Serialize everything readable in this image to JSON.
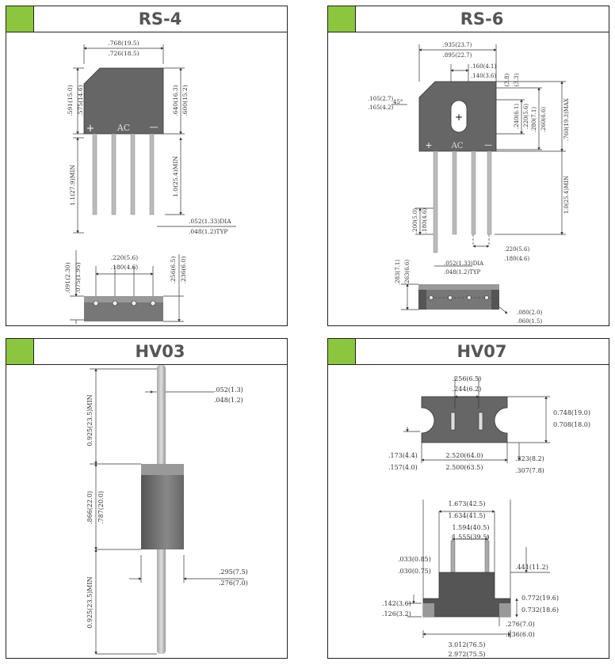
{
  "panels": [
    {
      "title": "RS-4"
    },
    {
      "title": "RS-6"
    },
    {
      "title": "HV03"
    },
    {
      "title": "HV07"
    }
  ],
  "rs4": {
    "w_top": ".768(19.5)",
    "w_bot": ".726(18.5)",
    "h_left_a": ".591(15.0)",
    "h_left_b": ".575(14.6)",
    "h_right_a": ".640(16.3)",
    "h_right_b": ".600(15.2)",
    "lead_min_left": "1.1(27.9)MIN",
    "lead_min_right": "1.0(25.4)MIN",
    "lead_dia_a": ".052(1.33)DIA",
    "lead_dia_b": ".048(1.2)TYP",
    "bv_left_a": ".091(2.30)",
    "bv_left_b": ".075(1.95)",
    "pitch_a": ".220(5.6)",
    "pitch_b": ".180(4.6)",
    "bv_right_a": ".256(6.5)",
    "bv_right_b": ".236(6.0)",
    "ac": "AC",
    "plus": "+",
    "minus": "—"
  },
  "rs6": {
    "w_top": ".935(23.7)",
    "w_bot": ".895(22.7)",
    "hole_a": ".160(4.1)",
    "hole_b": ".140(3.6)",
    "chamfer_a": ".105(2.7)",
    "chamfer_b": ".165(4.2)",
    "chamfer_deg": "45°",
    "hole_v_a": ".240(6.1)",
    "hole_v_b": ".220(5.6)",
    "body_a": ".280(7.1)",
    "body_b": ".260(6.6)",
    "h_max": ".760(19.3)MAX",
    "lead_min": "1.0(25.4)MIN",
    "top_a": "(3.8)",
    "top_b": "(3.3)",
    "lead_seg_a": ".200(5.0)",
    "lead_seg_b": ".180(4.6)",
    "pitch_a": ".220(5.6)",
    "pitch_b": ".180(4.6)",
    "dia_a": ".052(1.33)DIA",
    "dia_b": ".048(1.2)TYP",
    "bv_a": ".283(7.1)",
    "bv_b": ".263(6.6)",
    "foot_a": ".080(2.0)",
    "foot_b": ".060(1.5)",
    "ac": "AC",
    "plus": "+",
    "minus": "—"
  },
  "hv03": {
    "lead_top_min": "0.925(23.5)MIN",
    "dia_a": ".052(1.3)",
    "dia_b": ".048(1.2)",
    "body_len_a": ".866(22.0)",
    "body_len_b": ".787(20.0)",
    "lead_bot_min": "0.925(23.5)MIN",
    "body_dia_a": ".295(7.5)",
    "body_dia_b": ".276(7.0)"
  },
  "hv07": {
    "top_a": ".256(6.5)",
    "top_b": ".244(6.2)",
    "r_a": "0.748(19.0)",
    "r_b": "0.708(18.0)",
    "notch_a": ".173(4.4)",
    "notch_b": ".157(4.0)",
    "w_a": "2.520(64.0)",
    "w_b": "2.500(63.5)",
    "slot_a": ".323(8.2)",
    "slot_b": ".307(7.8)",
    "side_a": "1.673(42.5)",
    "side_b": "1.634(41.5)",
    "pin_a": "1.594(40.5)",
    "pin_b": "1.555(39.5)",
    "pin_dia_a": ".033(0.85)",
    "pin_dia_b": ".030(0.75)",
    "pin_h": ".441(11.2)",
    "body_h_a": "0.772(19.6)",
    "body_h_b": "0.732(18.6)",
    "flange_a": ".142(3.6)",
    "flange_b": ".126(3.2)",
    "flange_w_a": ".276(7.0)",
    "flange_w_b": ".236(6.0)",
    "total_a": "3.012(76.5)",
    "total_b": "2.972(75.5)"
  }
}
